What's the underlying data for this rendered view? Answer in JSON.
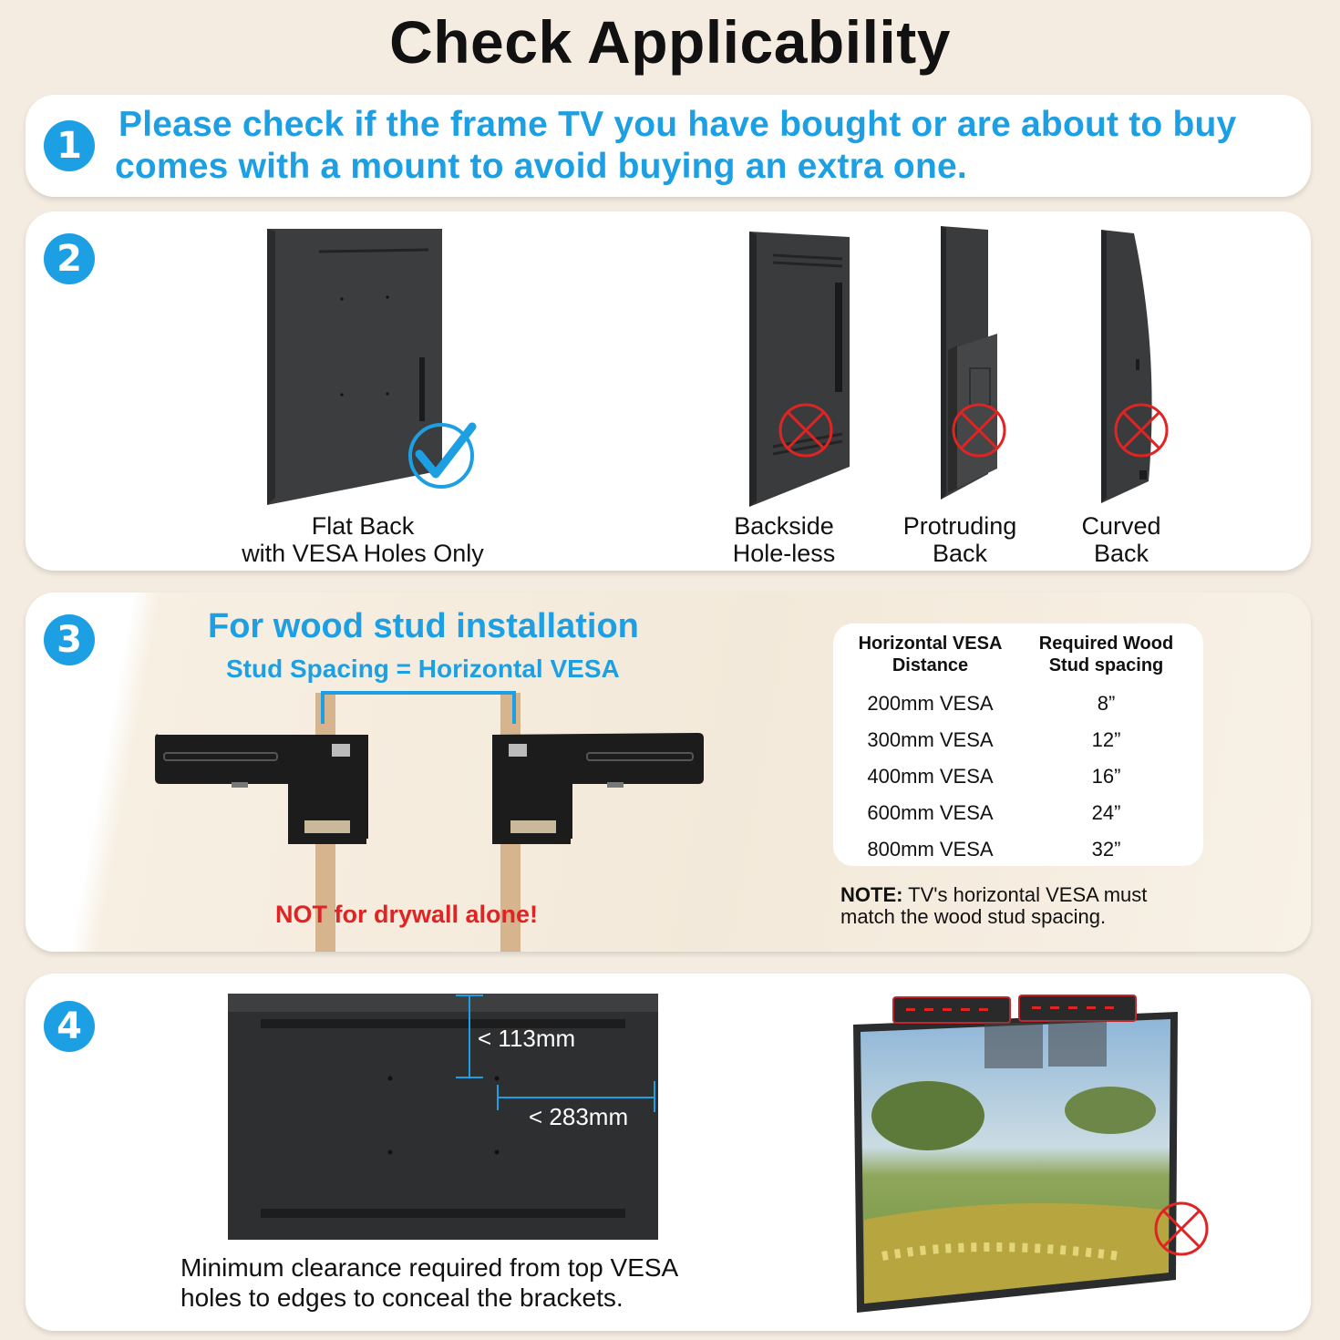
{
  "title": "Check Applicability",
  "colors": {
    "accent_blue": "#1d9fe3",
    "warning_red": "#e02424",
    "bg": "#f4ece0"
  },
  "step1": {
    "number": "1",
    "text_line1": "Please check if the frame TV you have bought or are about to buy",
    "text_line2": "comes with a mount to avoid buying an extra one."
  },
  "step2": {
    "number": "2",
    "ok": {
      "line1": "Flat Back",
      "line2": "with VESA Holes Only",
      "icon": "check-icon"
    },
    "bad": [
      {
        "line1": "Backside",
        "line2": "Hole-less",
        "icon": "cross-icon"
      },
      {
        "line1": "Protruding",
        "line2": "Back",
        "icon": "cross-icon"
      },
      {
        "line1": "Curved",
        "line2": "Back",
        "icon": "cross-icon"
      }
    ]
  },
  "step3": {
    "number": "3",
    "heading": "For wood stud installation",
    "subheading": "Stud Spacing = Horizontal VESA",
    "warning": "NOT for drywall alone!",
    "table": {
      "headers": [
        "Horizontal VESA Distance",
        "Required Wood Stud spacing"
      ],
      "rows": [
        [
          "200mm VESA",
          "8”"
        ],
        [
          "300mm VESA",
          "12”"
        ],
        [
          "400mm VESA",
          "16”"
        ],
        [
          "600mm VESA",
          "24”"
        ],
        [
          "800mm VESA",
          "32”"
        ]
      ]
    },
    "note_label": "NOTE:",
    "note_line1": " TV's horizontal VESA must",
    "note_line2": "match the wood stud spacing."
  },
  "step4": {
    "number": "4",
    "dim_vertical": "< 113mm",
    "dim_horizontal": "< 283mm",
    "caption_line1": "Minimum clearance required from top VESA",
    "caption_line2": "holes to edges to conceal the brackets."
  }
}
